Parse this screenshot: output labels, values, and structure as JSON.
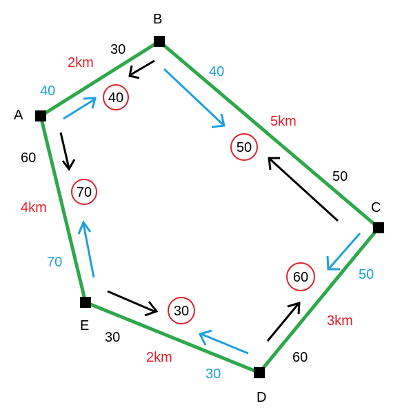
{
  "colors": {
    "road": "#2ea84a",
    "node": "#000000",
    "label_black": "#000000",
    "label_red": "#e0202a",
    "label_blue": "#1ca0de",
    "arrow_black": "#000000",
    "arrow_blue": "#1ca0de",
    "sign_ring": "#e0202a"
  },
  "nodes": [
    {
      "id": "A",
      "label": "A"
    },
    {
      "id": "B",
      "label": "B"
    },
    {
      "id": "C",
      "label": "C"
    },
    {
      "id": "D",
      "label": "D"
    },
    {
      "id": "E",
      "label": "E"
    }
  ],
  "edges": [
    {
      "from": "A",
      "to": "B",
      "distance": "2km",
      "limit_black": "30",
      "limit_blue": "40"
    },
    {
      "from": "B",
      "to": "C",
      "distance": "5km",
      "limit_blue": "40",
      "limit_black": "50"
    },
    {
      "from": "C",
      "to": "D",
      "distance": "3km",
      "limit_blue": "50",
      "limit_black": "60"
    },
    {
      "from": "D",
      "to": "E",
      "distance": "2km",
      "limit_blue": "30",
      "limit_black": "30"
    },
    {
      "from": "E",
      "to": "A",
      "distance": "4km",
      "limit_blue": "70",
      "limit_black": "60"
    }
  ],
  "signs": [
    {
      "near": "AB",
      "value": "40"
    },
    {
      "near": "BC",
      "value": "50"
    },
    {
      "near": "CD",
      "value": "60"
    },
    {
      "near": "DE",
      "value": "30"
    },
    {
      "near": "EA",
      "value": "70"
    }
  ]
}
